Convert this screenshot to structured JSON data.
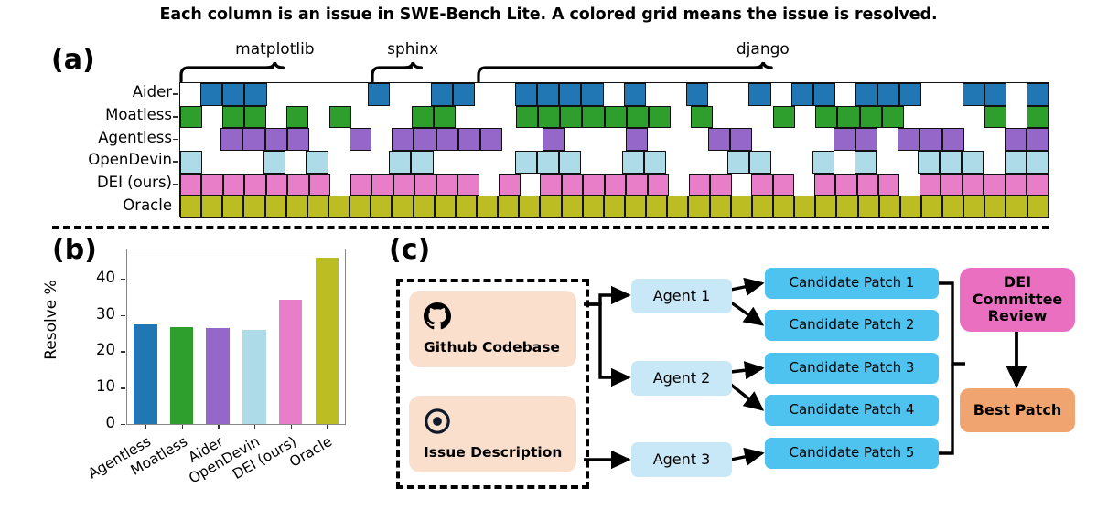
{
  "figure": {
    "title": "Each column is an issue in SWE-Bench Lite. A colored grid means the issue is resolved.",
    "panel_a_letter": "(a)",
    "panel_b_letter": "(b)",
    "panel_c_letter": "(c)"
  },
  "colors": {
    "aider": "#2077b4",
    "moatless": "#2e9e2c",
    "agentless": "#9467c8",
    "opendevin": "#aedbe8",
    "dei": "#e87ec8",
    "oracle": "#bcbd22",
    "grid_line": "#111111",
    "input_box": "#fbdfcd",
    "agent_box": "#c8e8f7",
    "patch_box": "#4fc3ef",
    "review_box": "#ea6fc0",
    "best_patch_box": "#f0a571"
  },
  "panel_a": {
    "row_labels": [
      "Aider",
      "Moatless",
      "Agentless",
      "OpenDevin",
      "DEI (ours)",
      "Oracle"
    ],
    "groups": [
      {
        "label": "matplotlib",
        "start_col": 0,
        "end_col": 8
      },
      {
        "label": "sphinx",
        "start_col": 9,
        "end_col": 12
      },
      {
        "label": "django",
        "start_col": 14,
        "end_col": 40
      }
    ],
    "n_columns": 41,
    "rows": [
      {
        "name": "Aider",
        "color_key": "aider",
        "cells": [
          0,
          1,
          1,
          1,
          0,
          0,
          0,
          0,
          0,
          1,
          0,
          0,
          1,
          1,
          0,
          0,
          1,
          1,
          1,
          1,
          0,
          1,
          0,
          0,
          1,
          0,
          0,
          1,
          0,
          1,
          1,
          0,
          1,
          1,
          1,
          0,
          0,
          1,
          1,
          0,
          1
        ]
      },
      {
        "name": "Moatless",
        "color_key": "moatless",
        "cells": [
          1,
          0,
          1,
          1,
          0,
          1,
          0,
          1,
          0,
          0,
          0,
          1,
          1,
          0,
          0,
          0,
          1,
          1,
          1,
          1,
          1,
          1,
          1,
          0,
          1,
          0,
          0,
          0,
          1,
          0,
          1,
          1,
          1,
          1,
          0,
          0,
          0,
          0,
          1,
          0,
          1
        ]
      },
      {
        "name": "Agentless",
        "color_key": "agentless",
        "cells": [
          0,
          0,
          1,
          1,
          1,
          1,
          0,
          0,
          1,
          0,
          1,
          1,
          1,
          1,
          1,
          0,
          0,
          1,
          0,
          0,
          0,
          1,
          0,
          0,
          0,
          1,
          1,
          0,
          0,
          0,
          0,
          1,
          1,
          0,
          1,
          1,
          1,
          0,
          0,
          1,
          1
        ]
      },
      {
        "name": "OpenDevin",
        "color_key": "opendevin",
        "cells": [
          1,
          0,
          0,
          0,
          1,
          0,
          1,
          0,
          0,
          0,
          1,
          1,
          0,
          0,
          0,
          0,
          1,
          1,
          1,
          0,
          0,
          1,
          1,
          0,
          0,
          0,
          1,
          1,
          0,
          0,
          1,
          0,
          1,
          0,
          0,
          1,
          1,
          1,
          0,
          1,
          1
        ]
      },
      {
        "name": "DEI (ours)",
        "color_key": "dei",
        "cells": [
          1,
          1,
          1,
          1,
          1,
          1,
          1,
          0,
          1,
          1,
          1,
          1,
          1,
          1,
          0,
          1,
          0,
          1,
          1,
          1,
          1,
          1,
          1,
          0,
          1,
          1,
          0,
          1,
          1,
          0,
          1,
          1,
          1,
          1,
          0,
          1,
          1,
          1,
          1,
          1,
          1
        ]
      },
      {
        "name": "Oracle",
        "color_key": "oracle",
        "cells": [
          1,
          1,
          1,
          1,
          1,
          1,
          1,
          1,
          1,
          1,
          1,
          1,
          1,
          1,
          1,
          1,
          1,
          1,
          1,
          1,
          1,
          1,
          1,
          1,
          1,
          1,
          1,
          1,
          1,
          1,
          1,
          1,
          1,
          1,
          1,
          1,
          1,
          1,
          1,
          1,
          1
        ]
      }
    ]
  },
  "chart_data": {
    "type": "bar",
    "title": "",
    "xlabel": "",
    "ylabel": "Resolve %",
    "categories": [
      "Agentless",
      "Moatless",
      "Aider",
      "OpenDevin",
      "DEI (ours)",
      "Oracle"
    ],
    "values": [
      27.3,
      26.7,
      26.3,
      26.0,
      34.3,
      45.7
    ],
    "colors": [
      "#2077b4",
      "#2e9e2c",
      "#9467c8",
      "#aedbe8",
      "#e87ec8",
      "#bcbd22"
    ],
    "ylim": [
      0,
      48
    ],
    "yticks": [
      0,
      10,
      20,
      30,
      40
    ],
    "ytick_labels": [
      "0",
      "10",
      "20",
      "30",
      "40"
    ],
    "grid": false,
    "legend": "none"
  },
  "panel_c": {
    "inputs": [
      {
        "icon": "github-icon",
        "label": "Github Codebase"
      },
      {
        "icon": "issue-circle-icon",
        "label": "Issue Description"
      }
    ],
    "agents": [
      "Agent 1",
      "Agent 2",
      "Agent 3"
    ],
    "patches": [
      "Candidate Patch 1",
      "Candidate Patch 2",
      "Candidate Patch 3",
      "Candidate Patch 4",
      "Candidate Patch 5"
    ],
    "review": "DEI\nCommittee\nReview",
    "review_lines": [
      "DEI",
      "Committee",
      "Review"
    ],
    "output": "Best Patch"
  }
}
